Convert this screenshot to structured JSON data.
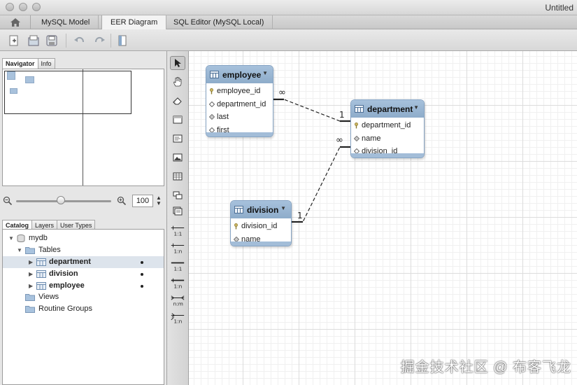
{
  "window": {
    "title": "Untitled"
  },
  "tabs": [
    {
      "label": "MySQL Model"
    },
    {
      "label": "EER Diagram"
    },
    {
      "label": "SQL Editor (MySQL Local)"
    }
  ],
  "toolbar": {
    "icons": [
      "new-document-icon",
      "open-icon",
      "save-icon",
      "undo-icon",
      "redo-icon",
      "toggle-panel-icon"
    ]
  },
  "navigator": {
    "tabs": [
      {
        "label": "Navigator"
      },
      {
        "label": "Info"
      }
    ],
    "zoom": "100"
  },
  "catalog": {
    "tabs": [
      {
        "label": "Catalog"
      },
      {
        "label": "Layers"
      },
      {
        "label": "User Types"
      }
    ],
    "tree": {
      "schema": "mydb",
      "tables_label": "Tables",
      "tables": [
        {
          "name": "department"
        },
        {
          "name": "division"
        },
        {
          "name": "employee"
        }
      ],
      "views_label": "Views",
      "routines_label": "Routine Groups"
    }
  },
  "palette": {
    "tools": [
      "pointer-tool",
      "hand-tool",
      "eraser-tool",
      "layer-tool",
      "note-tool",
      "image-tool",
      "table-tool",
      "view-tool",
      "routine-group-tool"
    ],
    "relationships": [
      "1:1",
      "1:n",
      "1:1",
      "1:n",
      "n:m",
      "1:n"
    ]
  },
  "diagram": {
    "tables": {
      "employee": {
        "name": "employee",
        "columns": [
          "employee_id",
          "department_id",
          "last",
          "first"
        ]
      },
      "department": {
        "name": "department",
        "columns": [
          "department_id",
          "name",
          "division_id"
        ]
      },
      "division": {
        "name": "division",
        "columns": [
          "division_id",
          "name"
        ]
      }
    },
    "relations": {
      "emp_dept": {
        "from_card": "∞",
        "to_card": "1"
      },
      "dept_div": {
        "from_card": "∞",
        "to_card": "1"
      }
    }
  },
  "watermark": "掘金技术社区 @ 布客飞龙"
}
